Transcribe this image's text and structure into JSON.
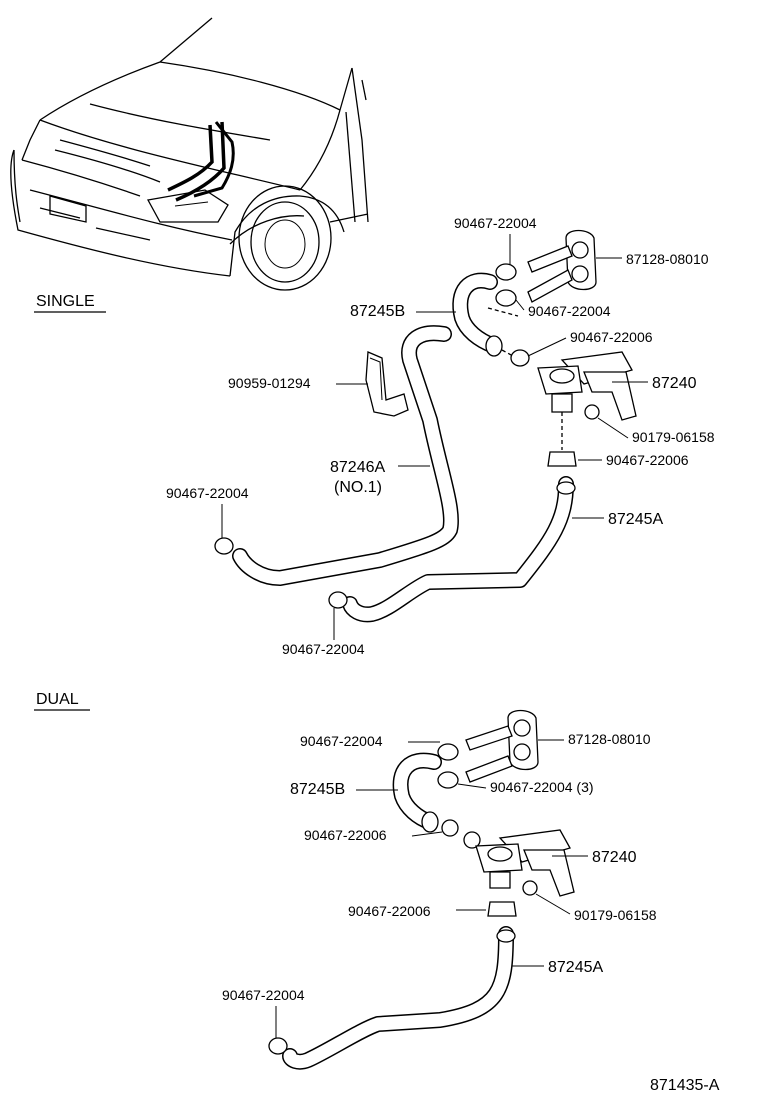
{
  "sections": {
    "single": "SINGLE",
    "dual": "DUAL"
  },
  "single": {
    "clamp_top": "90467-22004",
    "pipe_plate": "87128-08010",
    "hose_b": "87245B",
    "clamp_mid": "90467-22004",
    "clamp_valve": "90467-22006",
    "valve": "87240",
    "bracket": "90959-01294",
    "bolt": "90179-06158",
    "hose_no1": "87246A",
    "hose_no1_sub": "(NO.1)",
    "clamp_lower_valve": "90467-22006",
    "clamp_left": "90467-22004",
    "hose_a": "87245A",
    "clamp_bottom": "90467-22004"
  },
  "dual": {
    "clamp_top": "90467-22004",
    "pipe_plate": "87128-08010",
    "hose_b": "87245B",
    "clamp_mid": "90467-22004 (3)",
    "clamp_valve": "90467-22006",
    "valve": "87240",
    "clamp_lower_valve": "90467-22006",
    "bolt": "90179-06158",
    "hose_a": "87245A",
    "clamp_bottom": "90467-22004"
  },
  "figure_code": "871435-A"
}
